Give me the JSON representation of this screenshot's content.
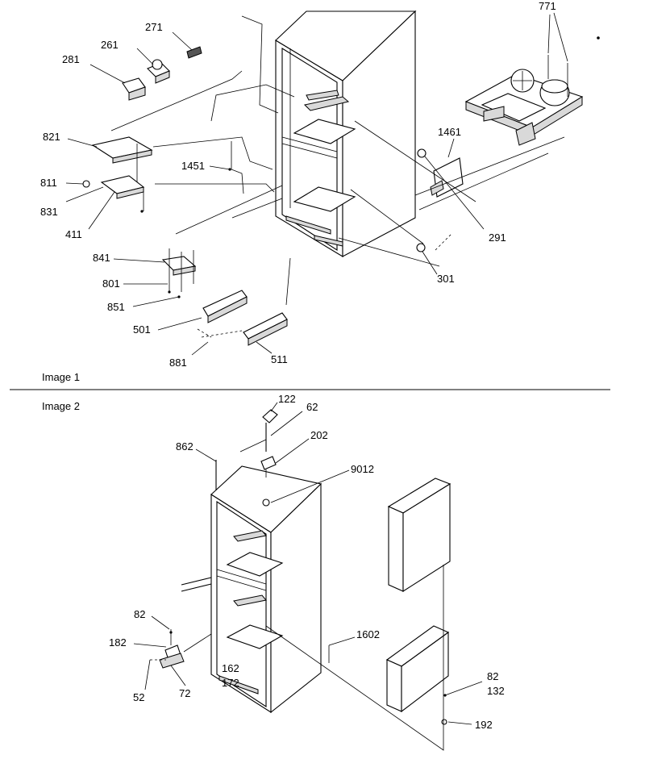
{
  "images": [
    {
      "caption": "Image 1",
      "callouts": [
        "771",
        "271",
        "261",
        "281",
        "821",
        "1461",
        "1451",
        "811",
        "831",
        "411",
        "291",
        "841",
        "801",
        "301",
        "851",
        "501",
        "881",
        "511"
      ]
    },
    {
      "caption": "Image 2",
      "callouts": [
        "122",
        "62",
        "202",
        "862",
        "9012",
        "82",
        "1602",
        "182",
        "162",
        "172",
        "52",
        "72",
        "82",
        "132",
        "192"
      ]
    }
  ]
}
